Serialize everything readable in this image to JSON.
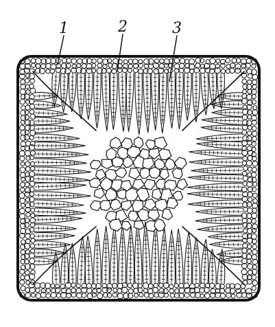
{
  "figure": {
    "labels": [
      "1",
      "2",
      "3"
    ]
  },
  "colors": {
    "ink": "#111111",
    "paper": "#ffffff"
  }
}
